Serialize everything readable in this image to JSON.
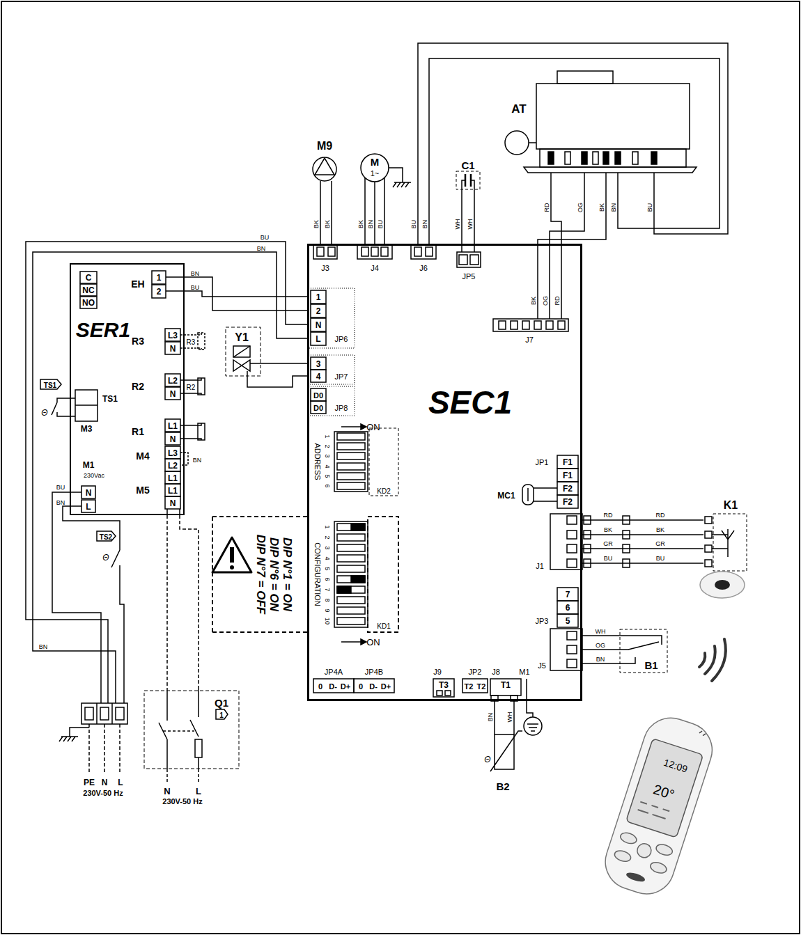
{
  "diagram": {
    "nodes": [
      {
        "text": [
          "SER1"
        ]
      },
      {
        "text": [
          "SEC1"
        ]
      },
      {
        "text": [
          "M9"
        ]
      },
      {
        "text": [
          "M",
          "1~"
        ]
      },
      {
        "text": [
          "C1"
        ]
      },
      {
        "text": [
          "AT"
        ]
      },
      {
        "text": [
          "Y1"
        ]
      },
      {
        "text": [
          "K1"
        ]
      },
      {
        "text": [
          "B1"
        ]
      },
      {
        "text": [
          "B2"
        ]
      },
      {
        "text": [
          "Q1"
        ]
      },
      {
        "text": [
          "TS1"
        ]
      },
      {
        "text": [
          "TS2"
        ]
      },
      {
        "text": [
          "PE",
          "N",
          "L",
          "230V-50 Hz"
        ]
      }
    ],
    "edges": [
      {
        "from": 2,
        "to": 1,
        "arrow": "none"
      },
      {
        "from": 3,
        "to": 1,
        "arrow": "none"
      },
      {
        "from": 4,
        "to": 1,
        "arrow": "none"
      },
      {
        "from": 5,
        "to": 1,
        "arrow": "none"
      },
      {
        "from": 5,
        "to": 1,
        "arrow": "none"
      },
      {
        "from": 0,
        "to": 1,
        "arrow": "none"
      },
      {
        "from": 13,
        "to": 1,
        "arrow": "none"
      },
      {
        "from": 6,
        "to": 1,
        "arrow": "none"
      },
      {
        "from": 7,
        "to": 1,
        "arrow": "none"
      },
      {
        "from": 8,
        "to": 1,
        "arrow": "none"
      },
      {
        "from": 1,
        "to": 9,
        "arrow": "none"
      },
      {
        "from": 11,
        "to": 0,
        "arrow": "none"
      },
      {
        "from": 13,
        "to": 0,
        "arrow": "none"
      },
      {
        "from": 13,
        "to": 12,
        "arrow": "none"
      },
      {
        "from": 12,
        "to": 0,
        "arrow": "none"
      },
      {
        "from": 0,
        "to": 10,
        "arrow": "none"
      }
    ],
    "labels": [
      "BK",
      "BK",
      "BK",
      "BN",
      "BU",
      "BU",
      "BN",
      "WH",
      "WH",
      "RD",
      "OG",
      "BK",
      "BN",
      "BU",
      "J3",
      "J4",
      "J6",
      "JP5",
      "BK",
      "OG",
      "RD",
      "J7",
      "BU",
      "BN",
      "C",
      "NC",
      "NO",
      "EH",
      "1",
      "2",
      "BN",
      "BU",
      "R3",
      "L3",
      "N",
      "R3",
      "R2",
      "L2",
      "N",
      "R2",
      "R1",
      "L1",
      "N",
      "TS1",
      "M3",
      "M1",
      "230Vac",
      "N",
      "L",
      "BU",
      "BN",
      "M4",
      "M5",
      "L3",
      "L2",
      "L1",
      "L1",
      "N",
      "BN",
      "BN",
      "1",
      "2",
      "N",
      "L",
      "JP6",
      "3",
      "4",
      "JP7",
      "D0",
      "D0",
      "JP8",
      "ON",
      "ADDRESS",
      "1",
      "2",
      "3",
      "4",
      "5",
      "6",
      "KD2",
      "CONFIGURATION",
      "1",
      "2",
      "3",
      "4",
      "5",
      "6",
      "7",
      "8",
      "9",
      "10",
      "KD1",
      "ON",
      "DIP N°1 = ON",
      "DIP N°6 = ON",
      "DIP N°7 = OFF",
      "JP1",
      "F1",
      "F1",
      "F2",
      "F2",
      "MC1",
      "RD",
      "BK",
      "GR",
      "BU",
      "J1",
      "RD",
      "BK",
      "GR",
      "BU",
      "7",
      "6",
      "5",
      "JP3",
      "WH",
      "OG",
      "BN",
      "J5",
      "JP4A",
      "JP4B",
      "0",
      "D-",
      "D+",
      "0",
      "D-",
      "D+",
      "J9",
      "T3",
      "JP2",
      "T2",
      "T2",
      "J8",
      "T1",
      "M1",
      "BN",
      "WH",
      "1",
      "N",
      "L",
      "230V-50 Hz",
      "Θ",
      "Θ",
      "Θ",
      "12:09",
      "20°"
    ]
  }
}
